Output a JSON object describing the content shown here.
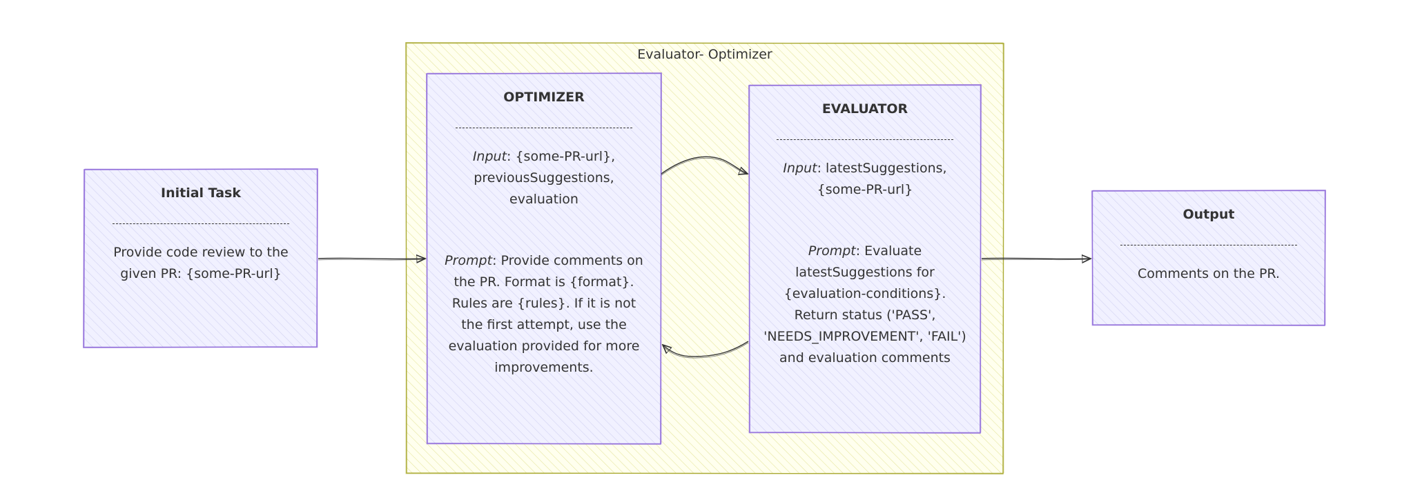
{
  "diagram": {
    "cluster": {
      "title": "Evaluator- Optimizer"
    },
    "nodes": {
      "initial_task": {
        "title": "Initial Task",
        "divider": "--------------------------------",
        "body": "Provide code review to the given PR: {some-PR-url}"
      },
      "optimizer": {
        "title": "OPTIMIZER",
        "divider": "--------------------------------",
        "input_label": "Input",
        "input_text": ": {some-PR-url}, previousSuggestions, evaluation",
        "prompt_label": "Prompt",
        "prompt_text": ": Provide comments on the PR. Format is {format}. Rules are {rules}. If it is not the first attempt, use the evaluation provided for more improvements."
      },
      "evaluator": {
        "title": "EVALUATOR",
        "divider": "--------------------------------",
        "input_label": "Input",
        "input_text": ": latestSuggestions, {some-PR-url}",
        "prompt_label": "Prompt",
        "prompt_text": ": Evaluate latestSuggestions for {evaluation-conditions}. Return status ('PASS', 'NEEDS_IMPROVEMENT', 'FAIL') and evaluation comments"
      },
      "output": {
        "title": "Output",
        "divider": "--------------------------------",
        "body": "Comments on the PR."
      }
    },
    "edges": [
      {
        "from": "initial_task",
        "to": "optimizer"
      },
      {
        "from": "optimizer",
        "to": "evaluator"
      },
      {
        "from": "evaluator",
        "to": "optimizer"
      },
      {
        "from": "evaluator",
        "to": "output"
      }
    ],
    "colors": {
      "node_fill": "#ececff",
      "node_stroke": "#9370db",
      "cluster_fill": "#ffffde",
      "cluster_stroke": "#aaaa33",
      "edge": "#333333",
      "text": "#333333"
    }
  }
}
